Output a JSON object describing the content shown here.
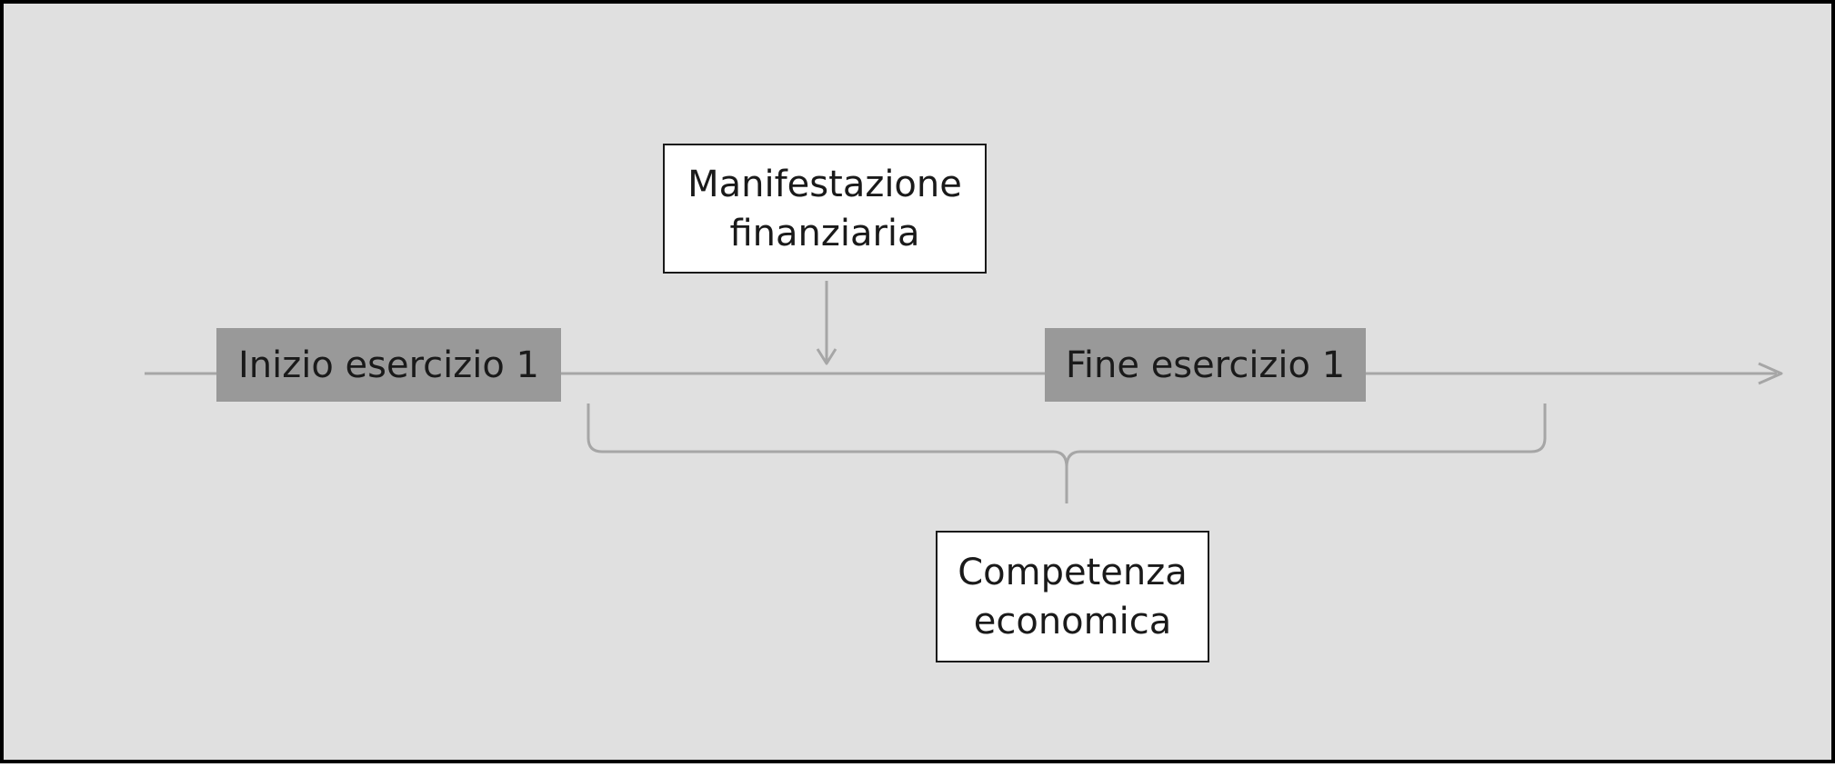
{
  "diagram": {
    "colors": {
      "background": "#e0e0e0",
      "frame_border": "#000000",
      "line": "#a6a6a6",
      "marker_fill": "#999999",
      "outlined_box_fill": "#ffffff",
      "text": "#1a1a1a"
    },
    "timeline": {
      "direction": "left-to-right",
      "end_marker": "arrow"
    },
    "markers": [
      {
        "id": "inizio",
        "label": "Inizio esercizio 1",
        "style": "filled"
      },
      {
        "id": "fine",
        "label": "Fine esercizio 1",
        "style": "filled"
      }
    ],
    "callouts": [
      {
        "id": "manifestazione",
        "lines": [
          "Manifestazione",
          "finanziaria"
        ],
        "style": "outlined",
        "connector": "arrow-down-to-timeline"
      },
      {
        "id": "competenza",
        "lines": [
          "Competenza",
          "economica"
        ],
        "style": "outlined",
        "connector": "curly-brace-above"
      }
    ]
  }
}
